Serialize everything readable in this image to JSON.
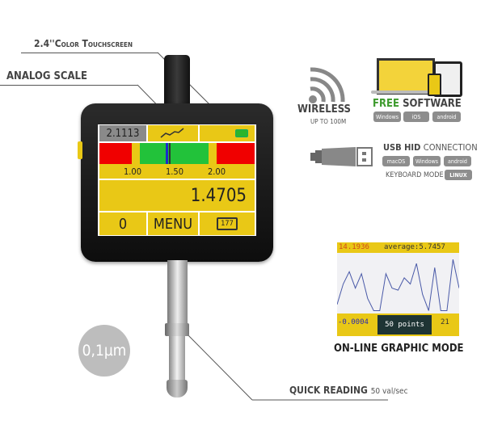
{
  "callouts": {
    "touchscreen": "2.4''Color Touchscreen",
    "analog_scale": "ANALOG SCALE",
    "quick_reading": "QUICK READING",
    "quick_reading_rate": "50 val/sec",
    "resolution": "0,1µm"
  },
  "screen": {
    "previous_value": "2.1113",
    "trend_icon": "line-chart-icon",
    "battery_icon": "battery-icon",
    "scale_labels": [
      "1.00",
      "1.50",
      "2.00"
    ],
    "reading": "1.4705",
    "zero_button": "0",
    "menu_button": "MENU",
    "memory_count": "177",
    "colors": {
      "screen": "#e9c816",
      "tolerance_bad": "#f00000",
      "tolerance_good": "#22c23a",
      "pointer": "#1a2ccc"
    }
  },
  "wireless": {
    "title": "WIRELESS",
    "range": "UP TO 100M"
  },
  "software": {
    "free": "FREE",
    "title": "SOFTWARE",
    "platforms": [
      "Windows",
      "iOS",
      "android"
    ],
    "accent": "#3c9a2c"
  },
  "usb": {
    "bold": "USB HID",
    "title": "CONNECTION",
    "platforms": [
      "macOS",
      "Windows",
      "android"
    ],
    "keyboard_mode": "KEYBOARD MODE",
    "linux": "LINUX"
  },
  "graphic": {
    "max": "14.1936",
    "average": "average:5.7457",
    "min": "-0.0004",
    "points": "50 points",
    "count": "21",
    "caption": "ON-LINE GRAPHIC MODE",
    "series": [
      2,
      7,
      10,
      6,
      9.5,
      3.5,
      0.5,
      0.5,
      9.5,
      6,
      5.5,
      8.5,
      7,
      12,
      4.5,
      0.5,
      11,
      0.5,
      0.5,
      13,
      6
    ]
  }
}
